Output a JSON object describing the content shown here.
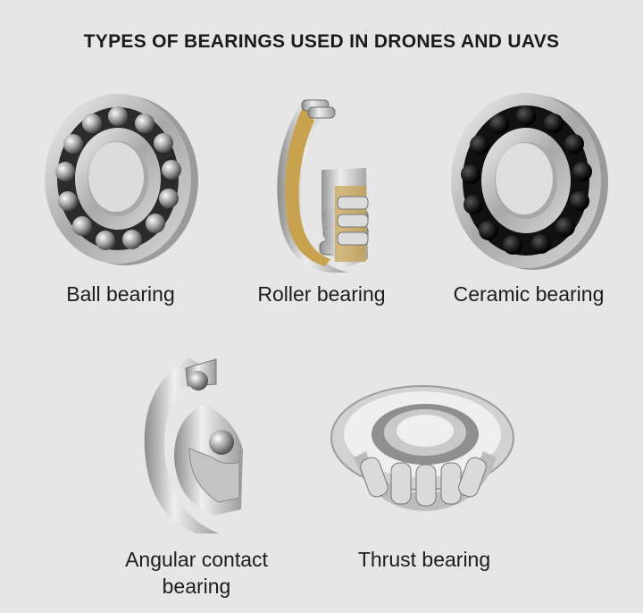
{
  "title": "TYPES OF BEARINGS USED IN DRONES AND UAVS",
  "items": [
    {
      "label": "Ball bearing"
    },
    {
      "label": "Roller bearing"
    },
    {
      "label": "Ceramic bearing"
    },
    {
      "label_line1": "Angular contact",
      "label_line2": "bearing"
    },
    {
      "label": "Thrust bearing"
    }
  ]
}
